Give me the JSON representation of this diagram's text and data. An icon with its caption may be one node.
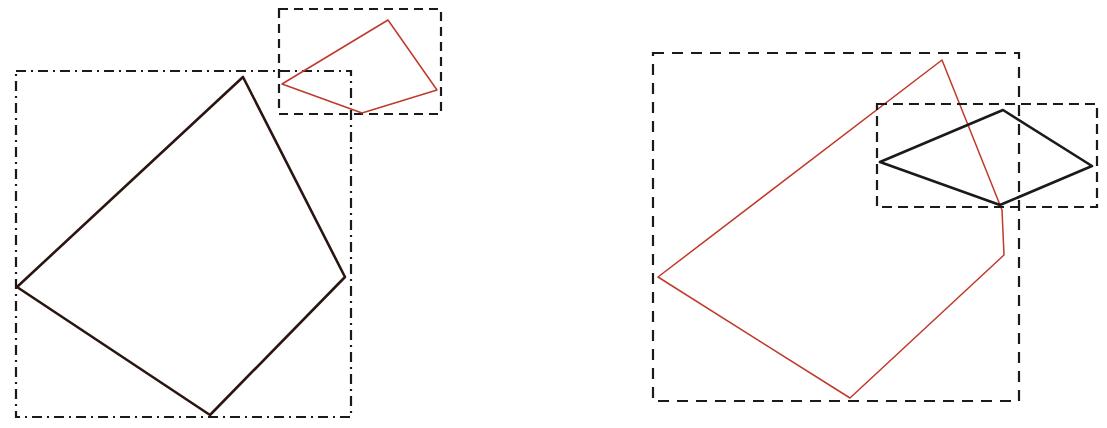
{
  "diagram": {
    "nodes": [
      {
        "text": [],
        "shape": "box"
      },
      {
        "text": [],
        "shape": "quadrilateral",
        "in": 0
      },
      {
        "text": [],
        "shape": "box"
      },
      {
        "text": [],
        "shape": "quadrilateral",
        "in": 2
      },
      {
        "text": [],
        "shape": "box"
      },
      {
        "text": [],
        "shape": "pentagon",
        "in": 4
      },
      {
        "text": [],
        "shape": "box"
      },
      {
        "text": [],
        "shape": "quadrilateral",
        "in": 6
      }
    ]
  }
}
